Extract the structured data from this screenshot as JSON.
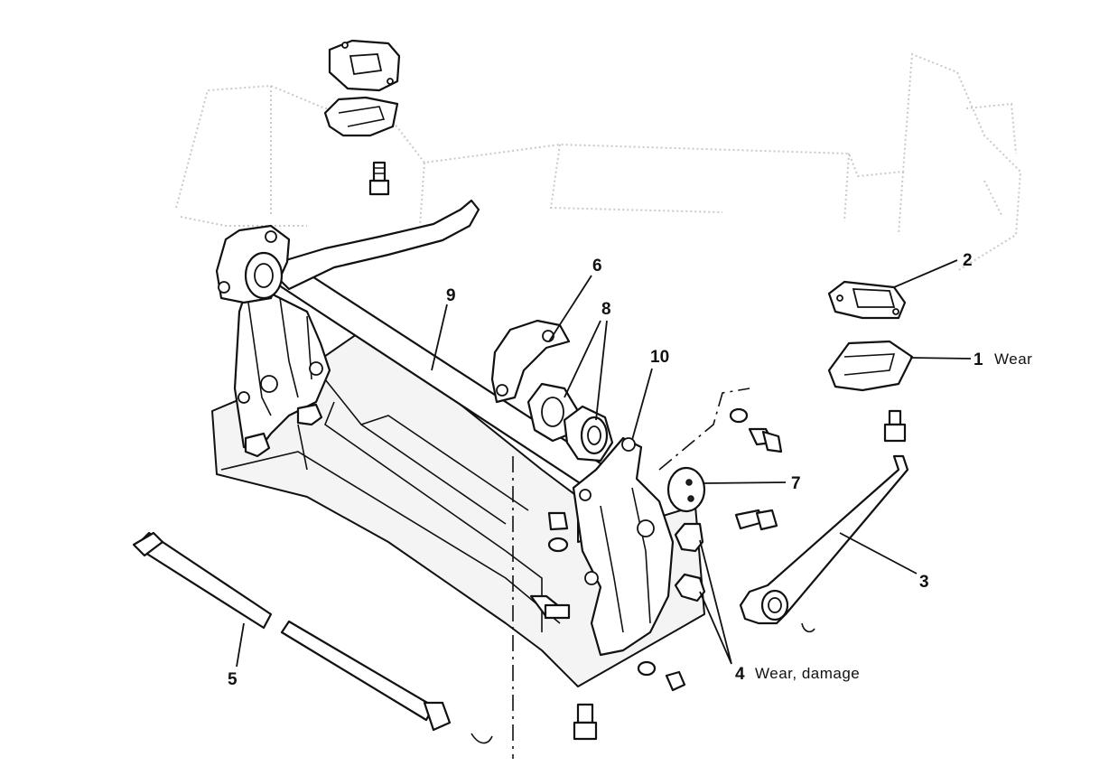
{
  "callouts": [
    {
      "id": "1",
      "number": "1",
      "note": "Wear"
    },
    {
      "id": "2",
      "number": "2",
      "note": ""
    },
    {
      "id": "3",
      "number": "3",
      "note": ""
    },
    {
      "id": "4",
      "number": "4",
      "note": "Wear, damage"
    },
    {
      "id": "5",
      "number": "5",
      "note": ""
    },
    {
      "id": "6",
      "number": "6",
      "note": ""
    },
    {
      "id": "7",
      "number": "7",
      "note": ""
    },
    {
      "id": "8",
      "number": "8",
      "note": ""
    },
    {
      "id": "9",
      "number": "9",
      "note": ""
    },
    {
      "id": "10",
      "number": "10",
      "note": ""
    }
  ],
  "colors": {
    "line": "#111111",
    "background": "#ffffff",
    "ghost": "#c9c9c9"
  }
}
